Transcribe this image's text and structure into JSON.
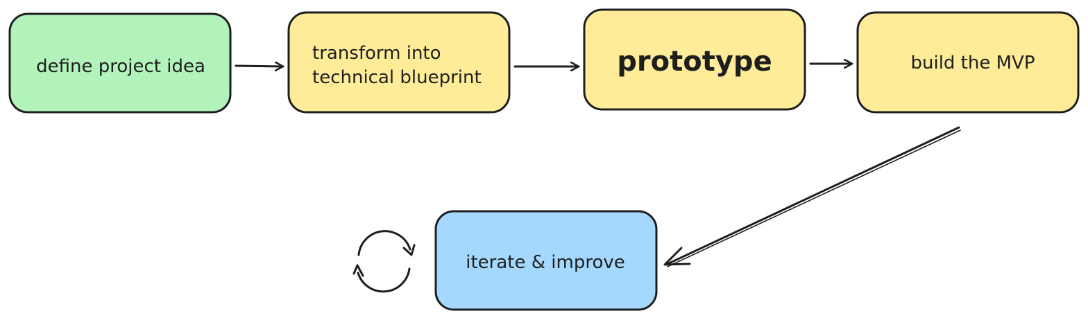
{
  "nodes": [
    {
      "id": "define",
      "label": "define project idea",
      "color": "#b2f2bb"
    },
    {
      "id": "transform",
      "lines": [
        "transform into",
        "technical blueprint"
      ],
      "color": "#ffec99"
    },
    {
      "id": "prototype",
      "label": "prototype",
      "color": "#ffec99"
    },
    {
      "id": "build",
      "label": "build the MVP",
      "color": "#ffec99"
    },
    {
      "id": "iterate",
      "label": "iterate & improve",
      "color": "#a5d8ff"
    }
  ],
  "stroke_color": "#1e1e1e",
  "edges": [
    {
      "from": "define",
      "to": "transform"
    },
    {
      "from": "transform",
      "to": "prototype"
    },
    {
      "from": "prototype",
      "to": "build"
    },
    {
      "from": "build",
      "to": "iterate"
    }
  ],
  "cycle_icon": "refresh-cycle-icon"
}
